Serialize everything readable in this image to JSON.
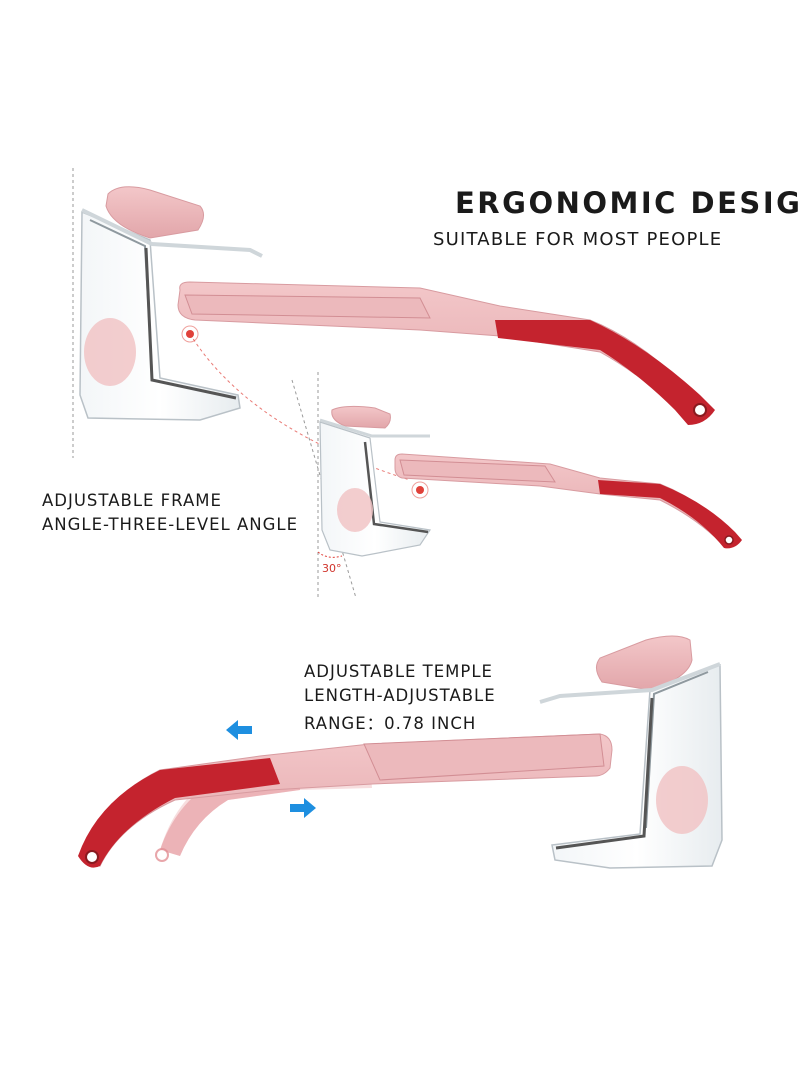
{
  "heading": "ERGONOMIC DESIGN",
  "subheading": "SUITABLE FOR MOST PEOPLE",
  "frame_angle": {
    "line1": "ADJUSTABLE FRAME",
    "line2": "ANGLE-THREE-LEVEL ANGLE",
    "angle_label": "30°"
  },
  "temple_length": {
    "line1": "ADJUSTABLE TEMPLE",
    "line2": "LENGTH-ADJUSTABLE",
    "line3": "RANGE：0.78 INCH"
  },
  "colors": {
    "frame_pink": "#eab3b6",
    "tip_red": "#c4232e",
    "arrow_blue": "#1e8fe0",
    "marker_red": "#e0413a"
  }
}
